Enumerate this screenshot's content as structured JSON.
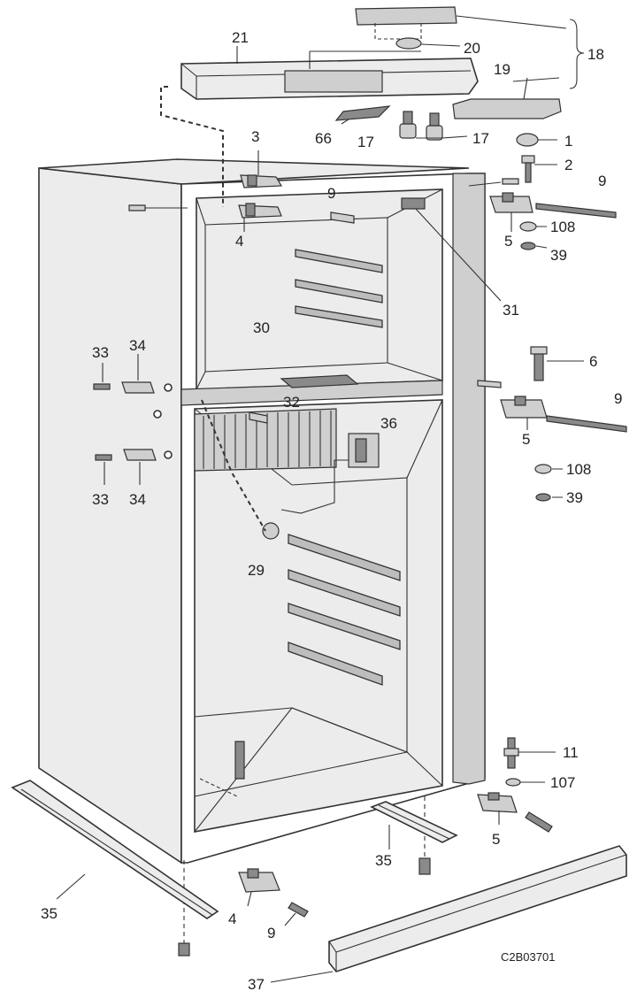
{
  "diagram": {
    "drawing_code": "C2B03701",
    "callouts": [
      "21",
      "20",
      "18",
      "19",
      "66",
      "17",
      "17",
      "1",
      "3",
      "2",
      "9",
      "9",
      "4",
      "5",
      "108",
      "39",
      "31",
      "30",
      "33",
      "34",
      "6",
      "32",
      "9",
      "36",
      "5",
      "33",
      "34",
      "108",
      "39",
      "29",
      "11",
      "107",
      "5",
      "35",
      "35",
      "4",
      "9",
      "37"
    ]
  }
}
